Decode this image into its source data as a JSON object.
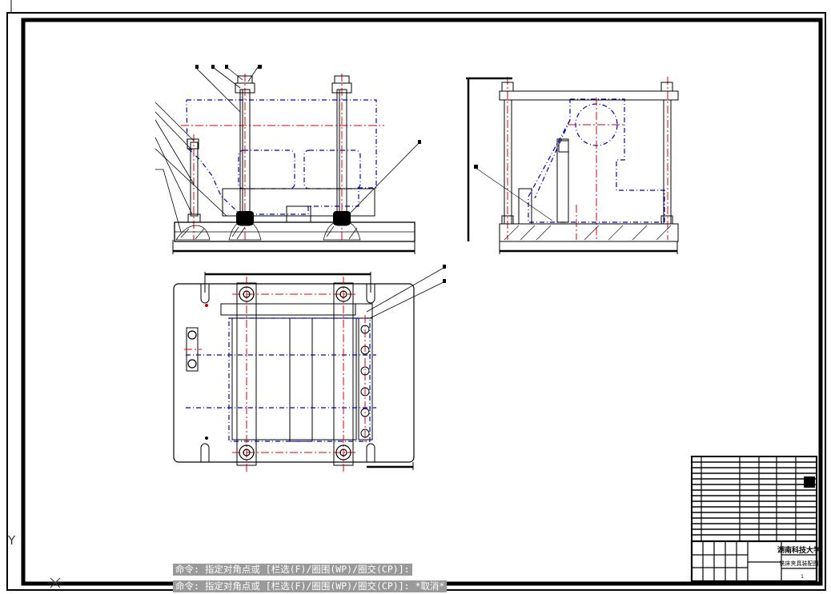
{
  "title_block": {
    "school": "湖南科技大学",
    "drawing_name": "铣床夹具装配图",
    "sheet": "1"
  },
  "ucs": {
    "y_label": "Y",
    "x_label": "X"
  },
  "command_history": [
    "命令: 指定对角点或 [栏选(F)/圈围(WP)/圈交(CP)]:",
    "命令: 指定对角点或 [栏选(F)/圈围(WP)/圈交(CP)]: *取消*"
  ],
  "colors": {
    "paper": "#ffffff",
    "outline": "#000000",
    "hidden_line": "#0000cc",
    "center_line": "#e00000",
    "command_bg": "#9a9a9a"
  }
}
